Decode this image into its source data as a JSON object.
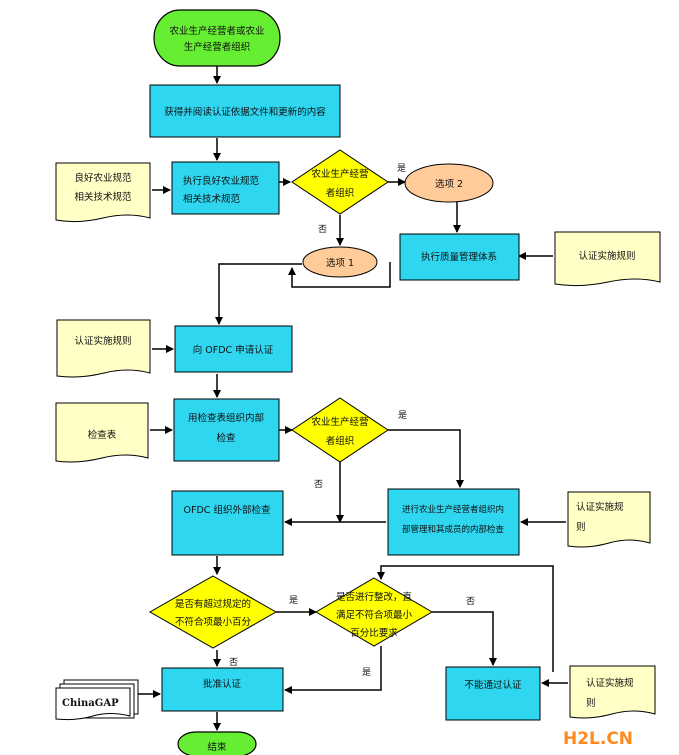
{
  "start": {
    "line1": "农业生产经营者或农业",
    "line2": "生产经营者组织"
  },
  "box_read_docs": "获得并阅读认证依据文件和更新的内容",
  "box_exec_gap": {
    "line1": "执行良好农业规范",
    "line2": "相关技术规范"
  },
  "doc_gap_spec": {
    "line1": "良好农业规范",
    "line2": "相关技术规范"
  },
  "decision_org_1": {
    "line1": "农业生产经营",
    "line2": "者组织"
  },
  "option_2": "选项 2",
  "option_1": "选项 1",
  "box_qms": "执行质量管理体系",
  "doc_rules_1": "认证实施规则",
  "doc_rules_2": "认证实施规则",
  "box_apply": "向 OFDC 申请认证",
  "doc_checklist": "检查表",
  "box_internal_check": {
    "line1": "用检查表组织内部",
    "line2": "检查"
  },
  "decision_org_2": {
    "line1": "农业生产经营",
    "line2": "者组织"
  },
  "box_member_check": {
    "line1": "进行农业生产经营者组织内",
    "line2": "部管理和其成员的内部检查"
  },
  "doc_rules_3": {
    "line1": "认证实施规",
    "line2": "则"
  },
  "box_external_check": "OFDC 组织外部检查",
  "decision_noncompliance": {
    "line1": "是否有超过规定的",
    "line2": "不符合项最小百分"
  },
  "decision_rectify": {
    "line1": "是否进行整改，直",
    "line2": "满足不符合项最小",
    "line3": "百分比要求"
  },
  "box_approve": "批准认证",
  "box_fail": "不能通过认证",
  "doc_chinagap": "ChinaGAP",
  "doc_rules_4": {
    "line1": "认证实施规",
    "line2": "则"
  },
  "end": "结束",
  "yes": "是",
  "no": "否",
  "watermark": "H2L.CN",
  "colors": {
    "process": "#2ed6f0",
    "decision": "#ffff00",
    "document": "#ffffc6",
    "option": "#ffcc99",
    "terminal": "#66ee33"
  }
}
